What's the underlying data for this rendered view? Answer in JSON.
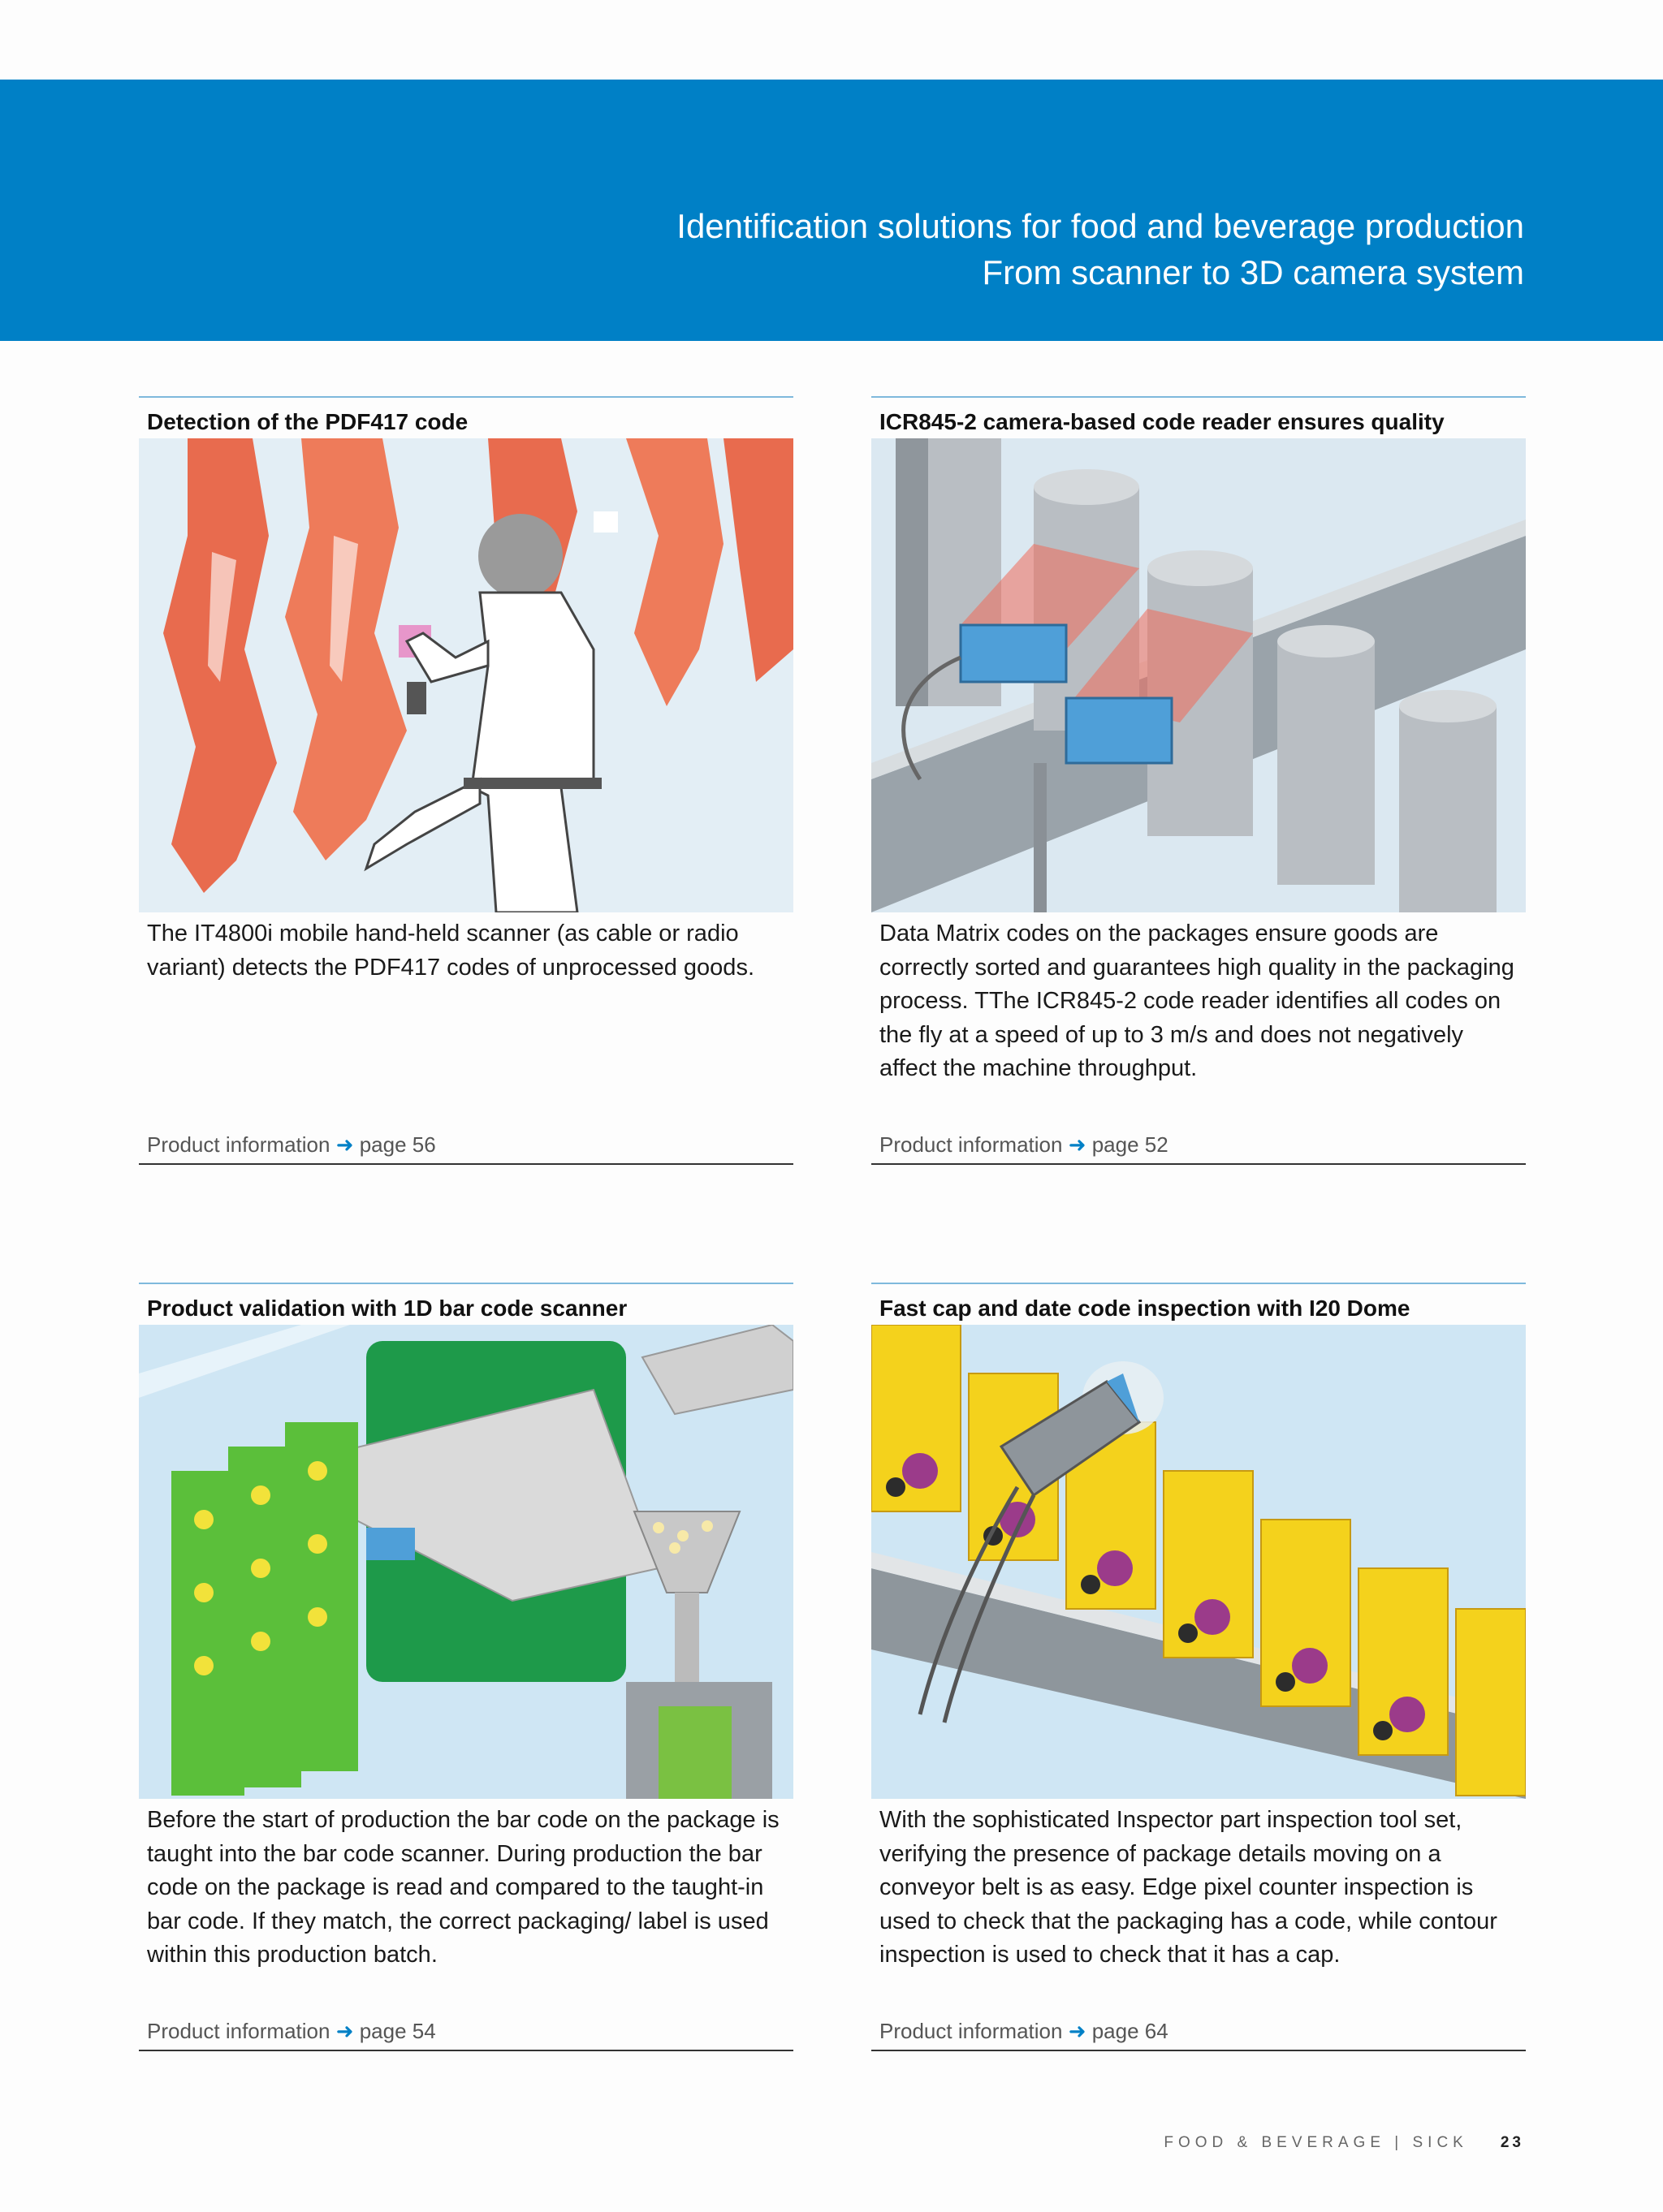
{
  "banner": {
    "title_line1": "Identification solutions for food and beverage production",
    "title_line2": "From scanner to 3D camera system",
    "color": "#0080c6"
  },
  "cards": [
    {
      "title": "Detection of the PDF417 code",
      "text": "The IT4800i mobile hand-held scanner (as cable or radio variant) detects the PDF417 codes of unprocessed goods.",
      "link_label": "Product information",
      "link_page": "page 56"
    },
    {
      "title": "ICR845-2 camera-based code reader ensures quality",
      "text": "Data Matrix codes on the packages ensure goods are correctly sorted and guarantees high quality in the packaging process. TThe ICR845-2 code reader identifies all codes on the fly at a speed of up to 3 m/s and does not negatively affect the machine throughput.",
      "link_label": "Product information",
      "link_page": "page 52"
    },
    {
      "title": "Product validation with 1D bar code scanner",
      "text": "Before the start of production the bar code on the package is taught into the bar code scanner. During production the bar code on the package is read and compared to the taught-in bar code. If they match, the correct packaging/ label is used within this production batch.",
      "link_label": "Product information",
      "link_page": "page 54"
    },
    {
      "title": "Fast cap and date code inspection with I20 Dome",
      "text": "With the sophisticated Inspector part inspection tool set, verifying the presence of package details moving on a conveyor belt is as easy. Edge pixel counter inspection is used to check that the packaging has a code, while contour inspection is used to check that it has a cap.",
      "link_label": "Product information",
      "link_page": "page 64"
    }
  ],
  "footer": {
    "section": "FOOD & BEVERAGE | SICK",
    "page_number": "23"
  }
}
